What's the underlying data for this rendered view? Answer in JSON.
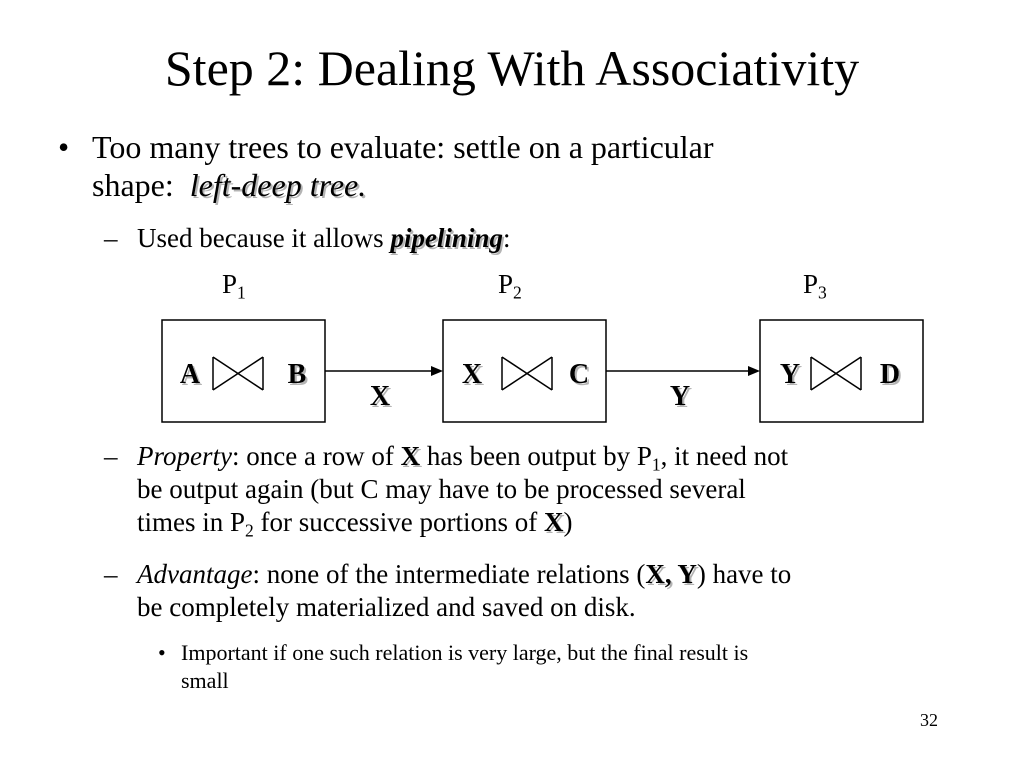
{
  "slide": {
    "title": "Step 2: Dealing With Associativity",
    "page_number": "32"
  },
  "bullet1": {
    "line1": "Too many trees to evaluate: settle on a particular",
    "line2_prefix": "shape:  ",
    "line2_emph": "left-deep tree."
  },
  "used": {
    "prefix": "Used because it allows ",
    "emph": "pipelining",
    "suffix": ":"
  },
  "diagram": {
    "labels": [
      {
        "p": "P",
        "sub": "1"
      },
      {
        "p": "P",
        "sub": "2"
      },
      {
        "p": "P",
        "sub": "3"
      }
    ],
    "boxes": [
      {
        "left": "A",
        "right": "B"
      },
      {
        "left": "X",
        "right": "C"
      },
      {
        "left": "Y",
        "right": "D"
      }
    ],
    "arrows": [
      "X",
      "Y"
    ]
  },
  "property": {
    "label": "Property",
    "t1": ": once a row of ",
    "x1": "X",
    "t2": " has been output by P",
    "sub1": "1",
    "t3": ", it need not",
    "line2": "be output again (but C may have to be processed several",
    "t4": "times in P",
    "sub2": "2",
    "t5": " for successive portions of ",
    "x2": "X",
    "t6": ")"
  },
  "advantage": {
    "label": "Advantage",
    "t1": ": none of the intermediate relations (",
    "xy": "X, Y",
    "t2": ") have to",
    "line2": "be completely materialized and saved on disk."
  },
  "important": {
    "line1": "Important if one such relation is very large, but the final result is",
    "line2": "small"
  },
  "markers": {
    "bullet": "•",
    "dash": "–"
  }
}
